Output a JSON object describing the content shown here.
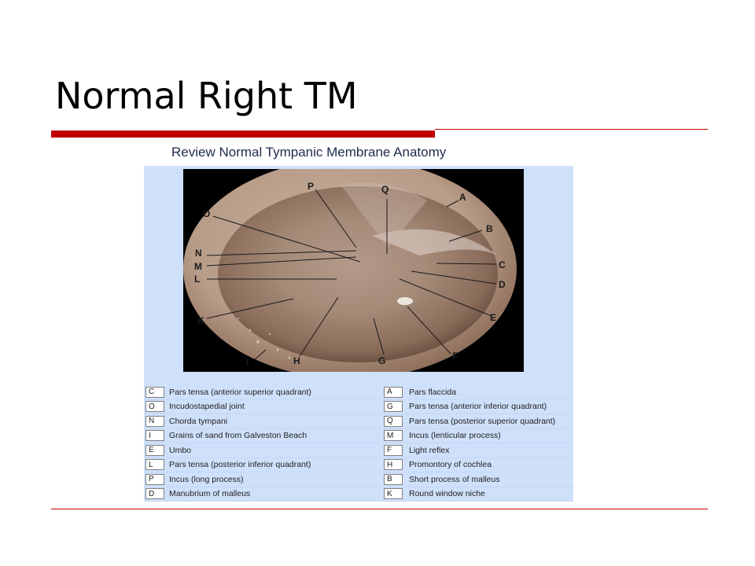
{
  "slide": {
    "title": "Normal Right TM",
    "accent_color": "#c00000"
  },
  "figure": {
    "heading": "Review Normal Tympanic Membrane Anatomy",
    "panel_color": "#cfe0fb",
    "callouts": [
      "P",
      "Q",
      "A",
      "O",
      "B",
      "N",
      "M",
      "L",
      "C",
      "D",
      "E",
      "K",
      "F",
      "I",
      "H",
      "G"
    ]
  },
  "legend": {
    "rows": [
      {
        "left_letter": "C",
        "left_label": "Pars tensa (anterior superior quadrant)",
        "right_letter": "A",
        "right_label": "Pars flaccida"
      },
      {
        "left_letter": "O",
        "left_label": "Incudostapedial joint",
        "right_letter": "G",
        "right_label": "Pars tensa (anterior inferior quadrant)"
      },
      {
        "left_letter": "N",
        "left_label": "Chorda tympani",
        "right_letter": "Q",
        "right_label": "Pars tensa (posterior superior quadrant)"
      },
      {
        "left_letter": "I",
        "left_label": "Grains of sand from Galveston Beach",
        "right_letter": "M",
        "right_label": "Incus (lenticular process)"
      },
      {
        "left_letter": "E",
        "left_label": "Umbo",
        "right_letter": "F",
        "right_label": "Light reflex"
      },
      {
        "left_letter": "L",
        "left_label": "Pars tensa (posterior inferior quadrant)",
        "right_letter": "H",
        "right_label": "Promontory of cochlea"
      },
      {
        "left_letter": "P",
        "left_label": "Incus (long process)",
        "right_letter": "B",
        "right_label": "Short process of malleus"
      },
      {
        "left_letter": "D",
        "left_label": "Manubrium of malleus",
        "right_letter": "K",
        "right_label": "Round window niche"
      }
    ]
  }
}
